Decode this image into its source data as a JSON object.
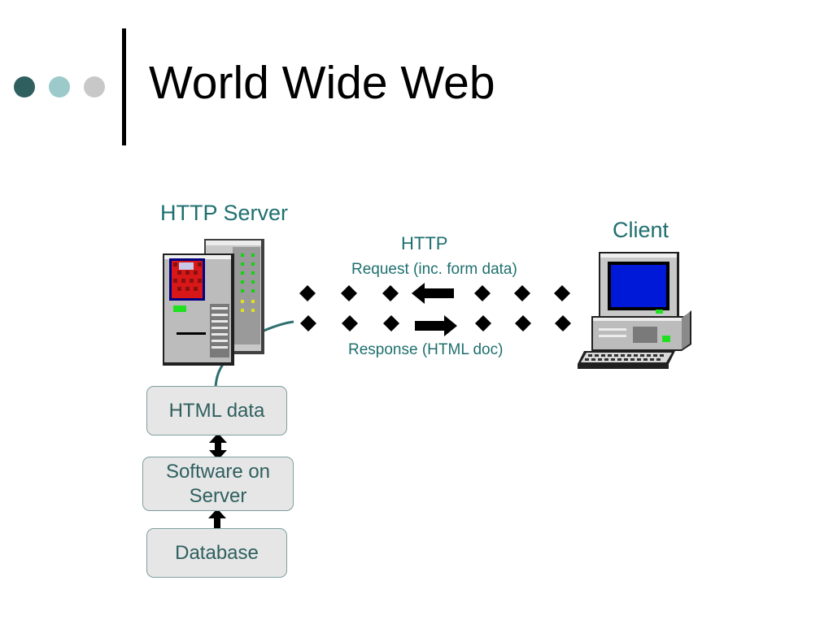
{
  "slide": {
    "title": "World Wide Web",
    "bullet_colors": [
      "#2f5f5f",
      "#9cc9c9",
      "#c8c8c8"
    ]
  },
  "colors": {
    "label": "#1f6f6f",
    "box_text": "#2f5f5f",
    "box_fill": "#e6e6e6",
    "connector": "#2f6f6f"
  },
  "diagram": {
    "server_label": "HTTP Server",
    "client_label": "Client",
    "http_label": "HTTP",
    "request_label": "Request (inc. form data)",
    "response_label": "Response (HTML doc)",
    "stack": [
      "HTML data",
      "Software on Server",
      "Database"
    ]
  },
  "icons": {
    "server": "server-computer-icon",
    "client": "desktop-computer-icon"
  }
}
